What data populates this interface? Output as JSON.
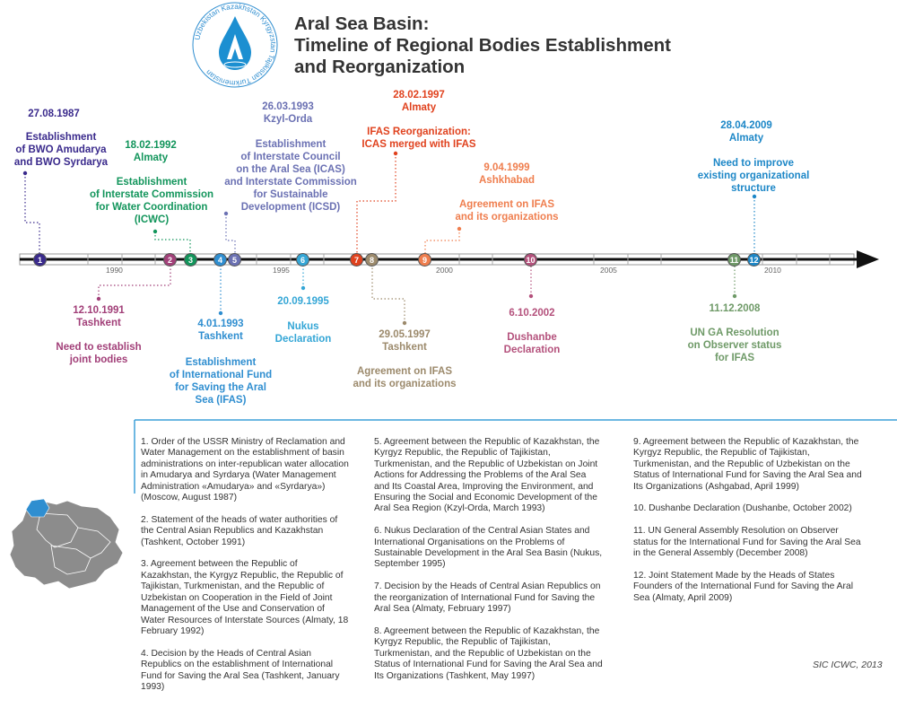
{
  "logo": {
    "ring_text": "Uzbekistan Kazakhstan Kyrgyzstan Tajikistan Turkmenistan"
  },
  "title": {
    "line1": "Aral Sea Basin:",
    "line2": "Timeline of Regional Bodies Establishment",
    "line3": "and Reorganization"
  },
  "colors": {
    "c1": "#3a2a8c",
    "c2": "#a24079",
    "c3": "#12955b",
    "c4": "#2f8ed0",
    "c5": "#6b71b3",
    "c6": "#34a6d6",
    "c7": "#e0421e",
    "c8": "#9c8a6c",
    "c9": "#ef7e4e",
    "c10": "#b4517c",
    "c11": "#6f9a68",
    "c12": "#1d87c7",
    "frame": "#3da0d8"
  },
  "years": [
    "1990",
    "1995",
    "2000",
    "2005",
    "2010"
  ],
  "markers": [
    "1",
    "2",
    "3",
    "4",
    "5",
    "6",
    "7",
    "8",
    "9",
    "10",
    "11",
    "12"
  ],
  "events": {
    "e1": {
      "date": "27.08.1987",
      "text": "Establishment\nof BWO Amudarya\nand BWO Syrdarya"
    },
    "e2": {
      "date": "12.10.1991\nTashkent",
      "text": "Need to establish\njoint bodies"
    },
    "e3": {
      "date": "18.02.1992\nAlmaty",
      "text": "Establishment\nof Interstate Commission\nfor Water Coordination\n(ICWC)"
    },
    "e4": {
      "date": "4.01.1993\nTashkent",
      "text": "Establishment\nof International Fund\nfor Saving the Aral\nSea (IFAS)"
    },
    "e5": {
      "date": "26.03.1993\nKzyl-Orda",
      "text": "Establishment\nof Interstate Council\non the Aral Sea (ICAS)\nand Interstate Commission\nfor Sustainable\nDevelopment (ICSD)"
    },
    "e6": {
      "date": "20.09.1995",
      "text": "Nukus\nDeclaration"
    },
    "e7": {
      "date": "28.02.1997\nAlmaty",
      "text": "IFAS Reorganization:\nICAS merged with IFAS"
    },
    "e8": {
      "date": "29.05.1997\nTashkent",
      "text": "Agreement on IFAS\nand its organizations"
    },
    "e9": {
      "date": "9.04.1999\nAshkhabad",
      "text": "Agreement on IFAS\nand its organizations"
    },
    "e10": {
      "date": "6.10.2002",
      "text": "Dushanbe\nDeclaration"
    },
    "e11": {
      "date": "11.12.2008",
      "text": "UN GA Resolution\non Observer status\nfor IFAS"
    },
    "e12": {
      "date": "28.04.2009\nAlmaty",
      "text": "Need to improve\nexisting organizational\nstructure"
    }
  },
  "notes": {
    "col1": "1. Order of the USSR Ministry of Reclamation and\nWater Management on the establishment of basin\nadministrations on inter-republican water allocation\nin Amudarya and Syrdarya (Water Management\nAdministration «Amudarya» and «Syrdarya»)\n(Moscow, August 1987)\n\n2. Statement of the heads of water authorities of\nthe Central Asian Republics and Kazakhstan\n(Tashkent, October 1991)\n\n3. Agreement between the Republic of\nKazakhstan, the Kyrgyz Republic, the Republic of\nTajikistan, Turkmenistan, and the Republic of\nUzbekistan on Cooperation in the Field of Joint\nManagement of the Use and Conservation of\nWater Resources of Interstate Sources (Almaty, 18\nFebruary 1992)\n\n4. Decision by the Heads of Central Asian\nRepublics on the establishment of International\nFund for Saving the Aral Sea (Tashkent, January\n1993)",
    "col2": "5. Agreement between the Republic of Kazakhstan, the\nKyrgyz Republic, the Republic of Tajikistan,\nTurkmenistan, and the Republic of Uzbekistan on Joint\nActions for Addressing the Problems of the Aral Sea\nand Its Coastal Area, Improving the Environment, and\nEnsuring the Social and Economic Development of the\nAral Sea Region (Kzyl-Orda, March 1993)\n\n6. Nukus Declaration of the Central Asian States and\nInternational Organisations on the Problems of\nSustainable Development in the Aral Sea Basin (Nukus,\nSeptember 1995)\n\n7. Decision by the Heads of Central Asian Republics on\nthe reorganization of International Fund for Saving the\nAral Sea (Almaty, February 1997)\n\n8. Agreement between the Republic of Kazakhstan, the\nKyrgyz Republic, the Republic of Tajikistan,\nTurkmenistan, and the Republic of Uzbekistan on the\nStatus of International Fund for Saving the Aral Sea and\nIts Organizations (Tashkent, May 1997)",
    "col3": "9. Agreement between the Republic of Kazakhstan, the\nKyrgyz Republic, the Republic of Tajikistan,\nTurkmenistan, and the Republic of Uzbekistan on the\nStatus of International Fund for Saving the Aral Sea and\nIts Organizations (Ashgabad, April  1999)\n\n10. Dushanbe Declaration (Dushanbe, October 2002)\n\n11. UN General Assembly Resolution on Observer\nstatus for the International Fund for Saving the Aral Sea\nin the General Assembly (December 2008)\n\n12. Joint Statement Made by the Heads of States\nFounders of the International Fund for Saving the Aral\nSea (Almaty, April 2009)"
  },
  "credit": "SIC ICWC, 2013"
}
